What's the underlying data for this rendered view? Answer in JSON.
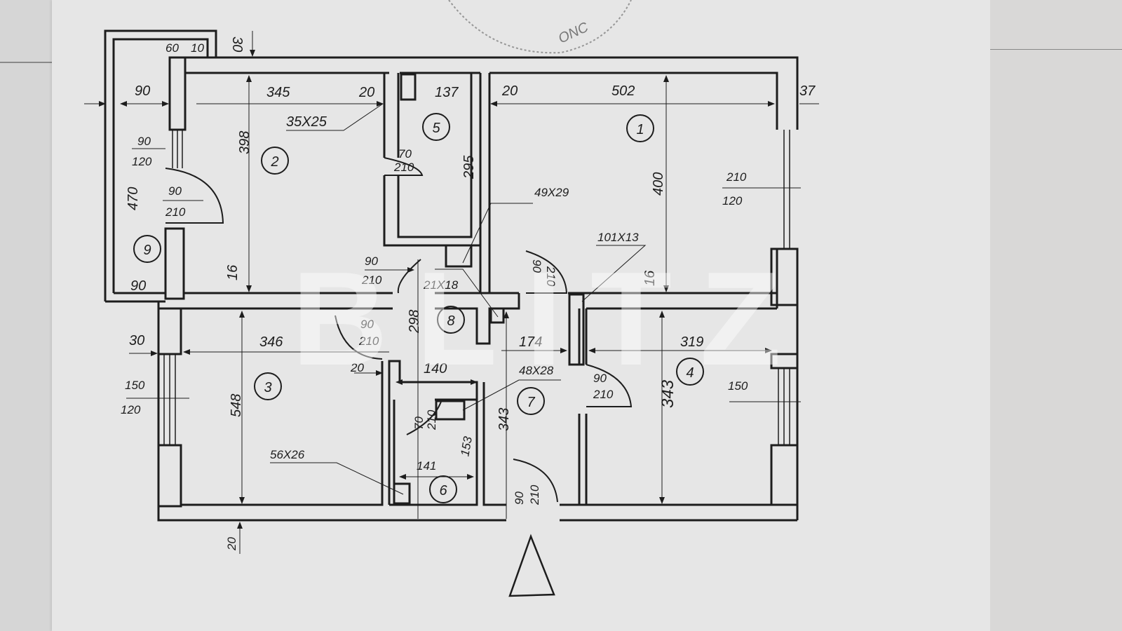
{
  "document": {
    "type": "apartment floor plan (scanned blueprint)",
    "stamp_text": "ONC",
    "watermark": "BLITZ",
    "north_marker": "triangle",
    "colors": {
      "paper": "#e6e6e6",
      "ink": "#1d1d1d",
      "background": "#dcdcdc"
    }
  },
  "rooms": [
    {
      "id": "1",
      "label": "1",
      "width": "502",
      "depth": "400"
    },
    {
      "id": "2",
      "label": "2",
      "width": "345",
      "depth": "398"
    },
    {
      "id": "3",
      "label": "3",
      "width": "346",
      "depth": "548"
    },
    {
      "id": "4",
      "label": "4",
      "width": "319",
      "depth": "343"
    },
    {
      "id": "5",
      "label": "5",
      "width": "137",
      "depth": "295"
    },
    {
      "id": "6",
      "label": "6",
      "width": "141",
      "depth": "153"
    },
    {
      "id": "7",
      "label": "7",
      "width": "174",
      "depth": "343"
    },
    {
      "id": "8",
      "label": "8",
      "width": "140",
      "depth": "298"
    },
    {
      "id": "9",
      "label": "9",
      "width": "90",
      "depth": "470"
    }
  ],
  "dimensions": {
    "top_wall_30": "30",
    "balcony_60": "60",
    "balcony_10": "10",
    "balcony_width_90": "90",
    "balcony_bottom_90": "90",
    "balcony_length": "470",
    "room2_width": "345",
    "room2_wall_20": "20",
    "room2_depth": "398",
    "room2_wall_16": "16",
    "room5_width": "137",
    "room5_depth": "295",
    "room1_wall_20": "20",
    "room1_width": "502",
    "room1_depth": "400",
    "right_wall_37": "37",
    "room1_wall_16": "16",
    "room3_wall_30": "30",
    "room3_width": "346",
    "room3_depth": "548",
    "room3_wall_20": "20",
    "hall8_depth": "298",
    "hall8_width": "140",
    "hall7_width": "174",
    "hall7_depth": "343",
    "room4_width": "319",
    "room4_depth": "343",
    "bath6_width": "141",
    "bath6_depth": "153",
    "bottom_wall_20": "20"
  },
  "windows": {
    "balcony_win": {
      "w": "90",
      "h": "120"
    },
    "room1_win": {
      "w": "210",
      "h": "120"
    },
    "room3_win": {
      "w": "150",
      "h": "120"
    },
    "room4_win": {
      "w": "150"
    }
  },
  "doors": {
    "room2_balcony": {
      "w": "90",
      "h": "210"
    },
    "room5": {
      "w": "70",
      "h": "210"
    },
    "room2_hall": {
      "w": "90",
      "h": "210"
    },
    "room1_hall": {
      "w": "90",
      "h": "210"
    },
    "room3_hall": {
      "w": "90",
      "h": "210"
    },
    "room4_hall": {
      "w": "90",
      "h": "210"
    },
    "bath6": {
      "w": "70",
      "h": "210"
    },
    "entrance": {
      "w": "90",
      "h": "210"
    }
  },
  "ducts": {
    "d1": "35X25",
    "d2": "49X29",
    "d3": "101X13",
    "d4": "21X18",
    "d5": "48X28",
    "d6": "56X26"
  }
}
